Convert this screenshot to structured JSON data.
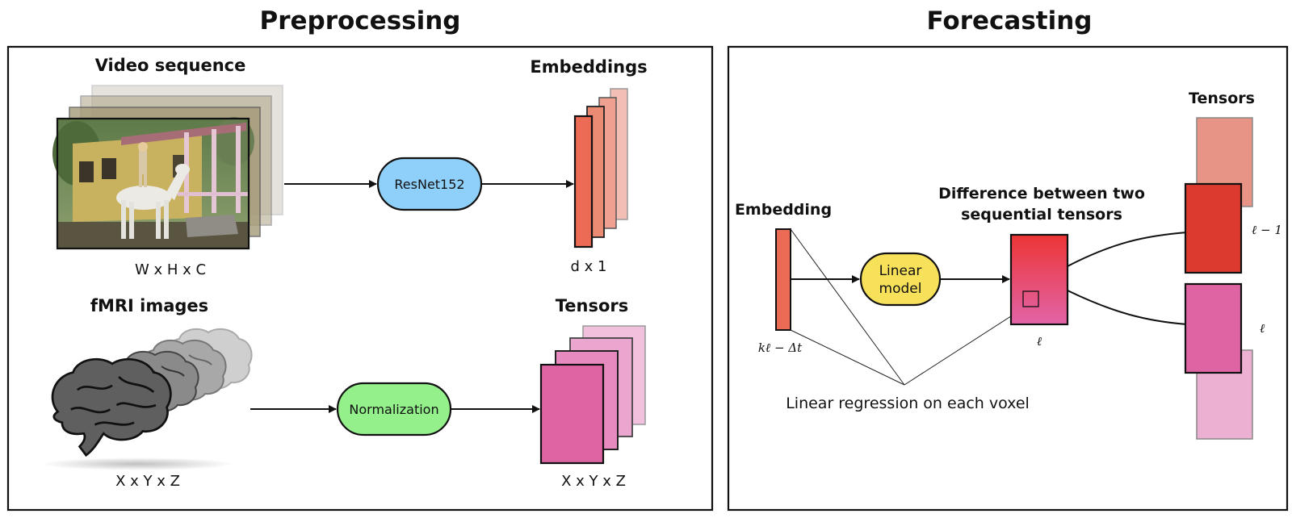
{
  "preprocessing": {
    "title": "Preprocessing",
    "video_label": "Video sequence",
    "video_dims": "W x H x C",
    "resnet_label": "ResNet152",
    "embeddings_label": "Embeddings",
    "embeddings_dims": "d x 1",
    "fmri_label": "fMRI images",
    "fmri_dims": "X x Y x Z",
    "normalization_label": "Normalization",
    "tensors_label": "Tensors",
    "tensors_dims": "X x Y x Z"
  },
  "forecasting": {
    "title": "Forecasting",
    "embedding_label": "Embedding",
    "embedding_index": "kℓ − Δt",
    "linear_model_line1": "Linear",
    "linear_model_line2": "model",
    "difference_line1": "Difference between two",
    "difference_line2": "sequential tensors",
    "difference_index": "ℓ",
    "tensors_label": "Tensors",
    "tensor_prev_index": "ℓ − 1",
    "tensor_curr_index": "ℓ",
    "regression_caption": "Linear regression on each voxel"
  },
  "colors": {
    "resnet_fill": "#8fd0fa",
    "normalization_fill": "#93f08b",
    "linear_model_fill": "#f7e15a",
    "embedding_fill": "#ec6b55",
    "tensor_pink": "#de64a3",
    "tensor_red": "#dc3a2f",
    "tensor_salmon": "#e79385"
  }
}
